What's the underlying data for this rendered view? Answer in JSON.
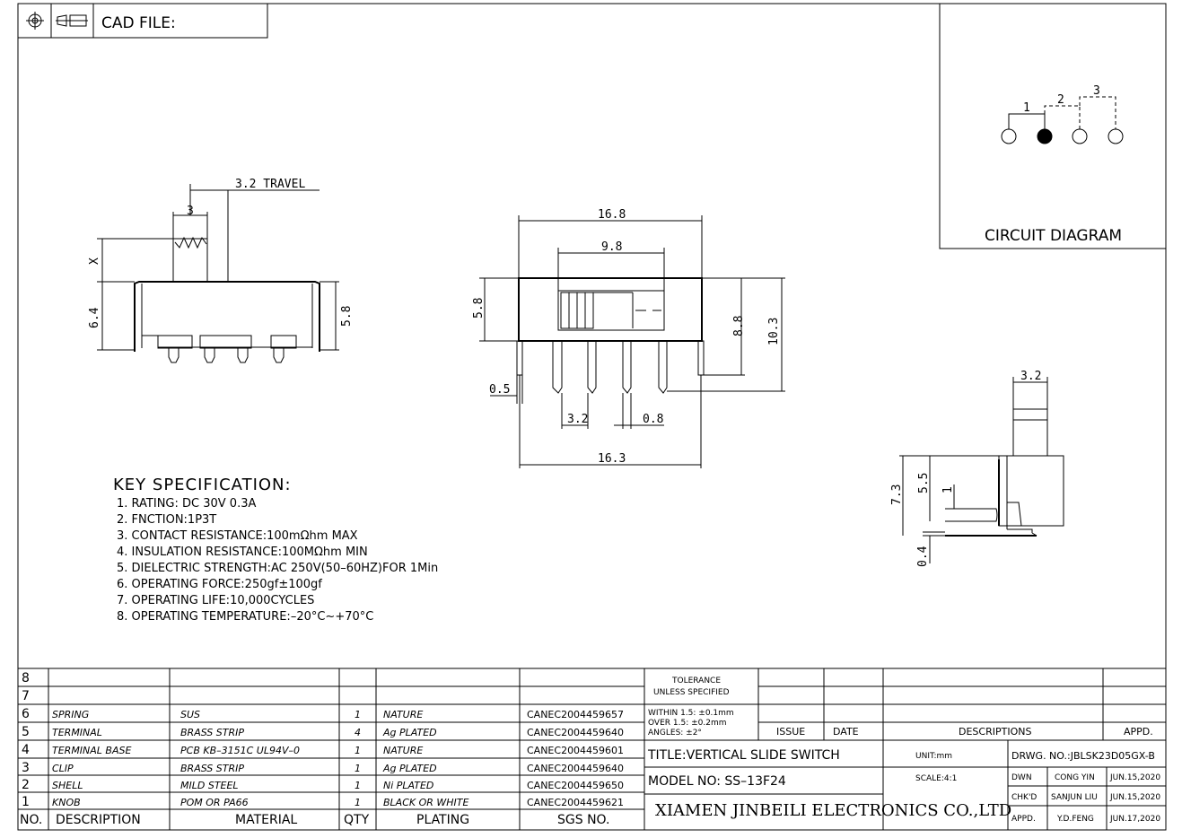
{
  "header": {
    "cad_file": "CAD FILE:"
  },
  "circuit": {
    "title": "CIRCUIT DIAGRAM",
    "pins": [
      "1",
      "2",
      "3"
    ]
  },
  "dims": {
    "travel": "3.2 TRAVEL",
    "knob_w": "3",
    "x": "X",
    "h64": "6.4",
    "h58_side": "5.8",
    "w168": "16.8",
    "w98": "9.8",
    "h58_front": "5.8",
    "h88": "8.8",
    "h103": "10.3",
    "d05": "0.5",
    "d32_pitch": "3.2",
    "d08": "0.8",
    "w163": "16.3",
    "d32_right": "3.2",
    "h73": "7.3",
    "h55": "5.5",
    "h1": "1",
    "h04": "0.4"
  },
  "spec": {
    "title": "KEY SPECIFICATION:",
    "items": [
      "1. RATING: DC 30V  0.3A",
      "2. FNCTION:1P3T",
      "3. CONTACT RESISTANCE:100mΩhm MAX",
      "4. INSULATION RESISTANCE:100MΩhm MIN",
      "5. DIELECTRIC STRENGTH:AC 250V(50–60HZ)FOR 1Min",
      "6. OPERATING FORCE:250gf±100gf",
      "7. OPERATING LIFE:10,000CYCLES",
      "8. OPERATING TEMPERATURE:–20°C~+70°C"
    ]
  },
  "bom": {
    "header": {
      "no": "NO.",
      "desc": "DESCRIPTION",
      "material": "MATERIAL",
      "qty": "QTY",
      "plating": "PLATING",
      "sgs": "SGS NO."
    },
    "rows": [
      {
        "no": "8",
        "desc": "",
        "material": "",
        "qty": "",
        "plating": "",
        "sgs": ""
      },
      {
        "no": "7",
        "desc": "",
        "material": "",
        "qty": "",
        "plating": "",
        "sgs": ""
      },
      {
        "no": "6",
        "desc": "SPRING",
        "material": "SUS",
        "qty": "1",
        "plating": "NATURE",
        "sgs": "CANEC2004459657"
      },
      {
        "no": "5",
        "desc": "TERMINAL",
        "material": "BRASS STRIP",
        "qty": "4",
        "plating": "Ag PLATED",
        "sgs": "CANEC2004459640"
      },
      {
        "no": "4",
        "desc": "TERMINAL BASE",
        "material": "PCB KB–3151C UL94V–0",
        "qty": "1",
        "plating": "NATURE",
        "sgs": "CANEC2004459601"
      },
      {
        "no": "3",
        "desc": "CLIP",
        "material": "BRASS STRIP",
        "qty": "1",
        "plating": "Ag PLATED",
        "sgs": "CANEC2004459640"
      },
      {
        "no": "2",
        "desc": "SHELL",
        "material": "MILD STEEL",
        "qty": "1",
        "plating": "Ni PLATED",
        "sgs": "CANEC2004459650"
      },
      {
        "no": "1",
        "desc": "KNOB",
        "material": "POM OR PA66",
        "qty": "1",
        "plating": "BLACK OR WHITE",
        "sgs": "CANEC2004459621"
      }
    ]
  },
  "title_block": {
    "tolerance_1": "TOLERANCE",
    "tolerance_2": "UNLESS SPECIFIED",
    "within": "WITHIN 1.5: ±0.1mm",
    "over": "OVER 1.5:  ±0.2mm",
    "angles": "ANGLES: ±2°",
    "issue": "ISSUE",
    "date": "DATE",
    "descriptions": "DESCRIPTIONS",
    "appd_col": "APPD.",
    "title": "TITLE:VERTICAL SLIDE SWITCH",
    "model": "MODEL NO: SS–13F24",
    "company": "XIAMEN JINBEILI ELECTRONICS CO.,LTD",
    "unit": "UNIT:mm",
    "scale": "SCALE:4:1",
    "drwg_no": "DRWG. NO.:JBLSK23D05GX-B",
    "dwn": "DWN",
    "dwn_name": "CONG YIN",
    "dwn_date": "JUN.15,2020",
    "chkd": "CHK'D",
    "chkd_name": "SANJUN LIU",
    "chkd_date": "JUN.15,2020",
    "appd": "APPD.",
    "appd_name": "Y.D.FENG",
    "appd_date": "JUN.17,2020"
  }
}
